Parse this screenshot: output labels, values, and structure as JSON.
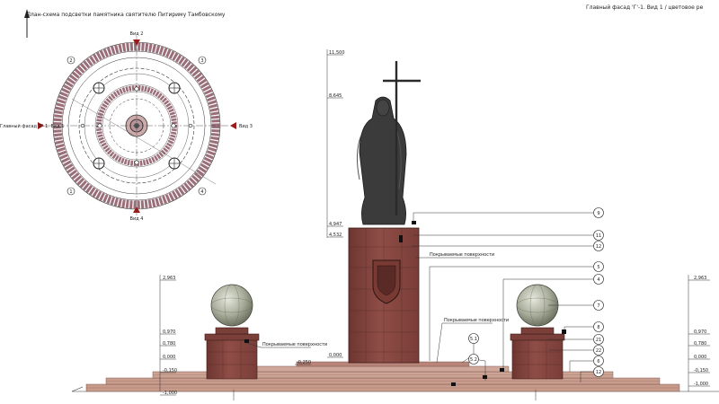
{
  "plan": {
    "title": "План-схема подсветки памятника святителю Питириму Тамбовскому",
    "view_top": "Вид 2",
    "view_right": "Вид 3",
    "view_bottom": "Вид 4",
    "view_left": "Главный фасад 'Г'-1. Вид 1",
    "markers": [
      "2",
      "3",
      "4",
      "1"
    ]
  },
  "elevation": {
    "title": "Главный фасад 'Г'-1. Вид 1 / цветовое ре",
    "dimensions": {
      "cross_top": "11,500",
      "cross_mid": "8,645",
      "pedestal_top1": "4,947",
      "pedestal_top2": "4,532",
      "left_height": "2,963",
      "right_height": "2,963",
      "left_1": "0,970",
      "left_2": "0,780",
      "left_3": "0,000",
      "left_4": "-0,150",
      "left_5": "-1,000",
      "center_1": "-0,250",
      "center_2": "0,000",
      "right_1": "0,970",
      "right_2": "0,780",
      "right_3": "0,000",
      "right_4": "-0,150",
      "right_5": "-1,000"
    },
    "notes": {
      "note_pedestal": "Покрываемые поверхности",
      "note_center": "Покрываемые поверхности",
      "note_left": "Покрываемые поверхности"
    },
    "callouts": [
      "9",
      "11",
      "12",
      "5",
      "4",
      "7",
      "8",
      "21",
      "22",
      "6",
      "12",
      "5.1",
      "5.2"
    ]
  },
  "colors": {
    "pedestal": "#8a4a44",
    "pedestal_dark": "#6e3631",
    "steps": "#c79a8a",
    "statue": "#3b3b3b",
    "sphere": "#a9ad9b",
    "plan_ring": "#9a6f7a",
    "marker": "#9b1b1b"
  }
}
